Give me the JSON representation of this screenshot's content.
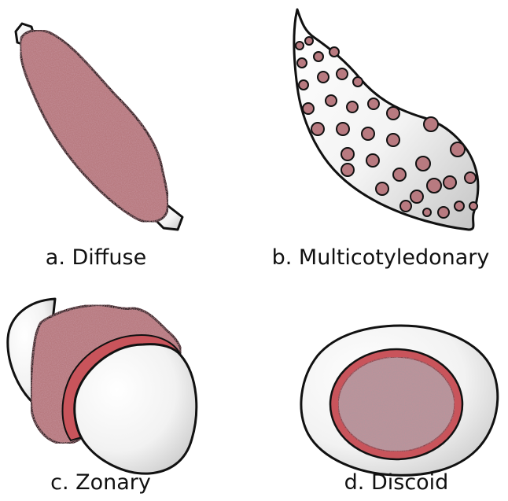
{
  "diagram": {
    "panels": [
      {
        "id": "a",
        "label": "a. Diffuse"
      },
      {
        "id": "b",
        "label": "b. Multicotyledonary"
      },
      {
        "id": "c",
        "label": "c. Zonary"
      },
      {
        "id": "d",
        "label": "d. Discoid"
      }
    ]
  },
  "colors": {
    "tissue": "#b87a80",
    "tissue_rim": "#c9545b",
    "membrane": "#ffffff",
    "outline": "#111111"
  }
}
